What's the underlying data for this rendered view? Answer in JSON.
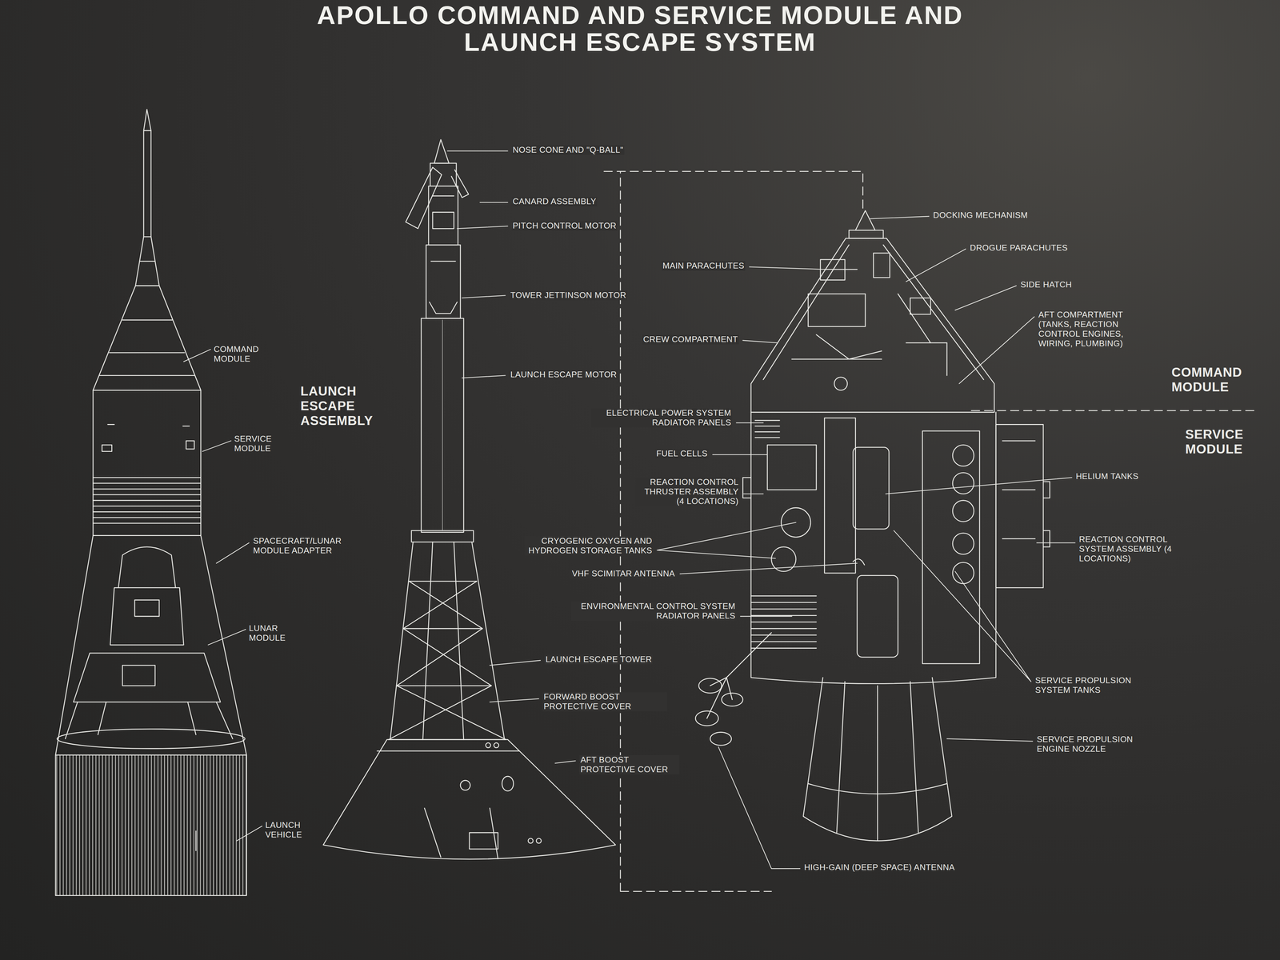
{
  "diagram": {
    "title": "APOLLO COMMAND AND SERVICE MODULE AND LAUNCH ESCAPE SYSTEM",
    "labels": [
      "COMMAND MODULE",
      "SERVICE MODULE",
      "SPACECRAFT/LUNAR MODULE ADAPTER",
      "LUNAR MODULE",
      "LAUNCH VEHICLE",
      "LAUNCH ESCAPE ASSEMBLY",
      "NOSE CONE AND \"Q-BALL\"",
      "CANARD ASSEMBLY",
      "PITCH CONTROL MOTOR",
      "TOWER JETTINSON MOTOR",
      "LAUNCH ESCAPE MOTOR",
      "DOCKING MECHANISM",
      "MAIN PARACHUTES",
      "DROGUE PARACHUTES",
      "SIDE HATCH",
      "AFT COMPARTMENT (TANKS, REACTION CONTROL ENGINES, WIRING, PLUMBING)",
      "CREW COMPARTMENT",
      "COMMAND MODULE",
      "ELECTRICAL POWER SYSTEM RADIATOR PANELS",
      "SERVICE MODULE",
      "FUEL CELLS",
      "HELIUM TANKS",
      "REACTION CONTROL THRUSTER ASSEMBLY (4 LOCATIONS)",
      "CRYOGENIC OXYGEN AND HYDROGEN STORAGE TANKS",
      "REACTION CONTROL SYSTEM ASSEMBLY (4 LOCATIONS)",
      "VHF SCIMITAR ANTENNA",
      "ENVIRONMENTAL CONTROL SYSTEM RADIATOR PANELS",
      "LAUNCH ESCAPE TOWER",
      "FORWARD BOOST PROTECTIVE COVER",
      "SERVICE PROPULSION SYSTEM TANKS",
      "SERVICE PROPULSION ENGINE NOZZLE",
      "AFT BOOST PROTECTIVE COVER",
      "HIGH-GAIN (DEEP SPACE) ANTENNA"
    ]
  }
}
